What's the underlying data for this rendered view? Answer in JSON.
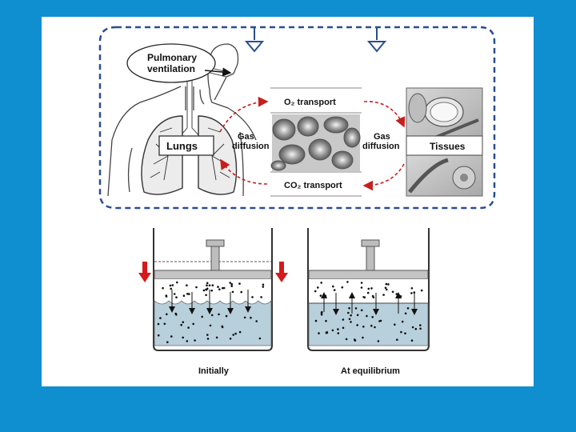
{
  "top_diagram": {
    "pulmonary_ventilation": [
      "Pulmonary",
      "ventilation"
    ],
    "lungs": "Lungs",
    "gas_diffusion_left": [
      "Gas",
      "diffusion"
    ],
    "o2_transport": "O₂ transport",
    "co2_transport": "CO₂ transport",
    "gas_diffusion_right": [
      "Gas",
      "diffusion"
    ],
    "tissues": "Tissues",
    "colors": {
      "dashed_border": "#2a4d8f",
      "arrows": "#c81e1e"
    }
  },
  "bottom_diagram": {
    "left_caption": "Initially",
    "right_caption": "At equilibrium",
    "colors": {
      "liquid": "#b8d0dc",
      "red_arrow": "#d61a1a"
    }
  }
}
